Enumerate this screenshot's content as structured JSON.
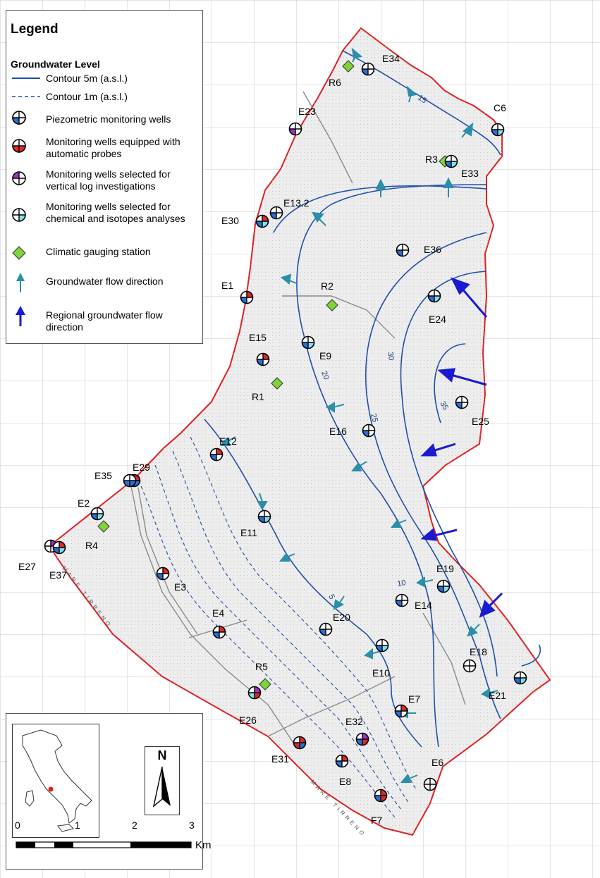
{
  "legend": {
    "title": "Legend",
    "subtitle": "Groundwater Level",
    "items": [
      {
        "label": "Contour 5m (a.s.l.)"
      },
      {
        "label": "Contour 1m (a.s.l.)"
      },
      {
        "label": "Piezometric monitoring wells"
      },
      {
        "label": "Monitoring wells equipped with automatic probes"
      },
      {
        "label": "Monitoring wells selected for vertical log investigations"
      },
      {
        "label": "Monitoring wells selected for chemical and isotopes analyses"
      },
      {
        "label": "Climatic gauging station"
      },
      {
        "label": "Groundwater flow direction"
      },
      {
        "label": "Regional groundwater flow direction"
      }
    ]
  },
  "colors": {
    "boundary": "#e02020",
    "contour": "#1f4fa8",
    "flow_arrow": "#2a8fa8",
    "regional_arrow": "#1a1ad0",
    "well_blue": "#2a6fd6",
    "well_red": "#e02828",
    "well_purple": "#a030d0",
    "well_cyan": "#7fe0e8",
    "station": "#7fd43a"
  },
  "wells": [
    {
      "id": "E34",
      "q": [
        "",
        "",
        "blue",
        ""
      ]
    },
    {
      "id": "E23",
      "q": [
        "",
        "",
        "purple",
        ""
      ]
    },
    {
      "id": "C6",
      "q": [
        "",
        "",
        "blue",
        "cyan"
      ]
    },
    {
      "id": "E33",
      "q": [
        "",
        "",
        "blue",
        "cyan"
      ]
    },
    {
      "id": "E13.2",
      "q": [
        "",
        "",
        "blue",
        ""
      ]
    },
    {
      "id": "E30",
      "q": [
        "",
        "red",
        "blue",
        "cyan"
      ]
    },
    {
      "id": "E36",
      "q": [
        "",
        "",
        "blue",
        ""
      ]
    },
    {
      "id": "E1",
      "q": [
        "",
        "red",
        "blue",
        ""
      ]
    },
    {
      "id": "E24",
      "q": [
        "",
        "",
        "blue",
        "cyan"
      ]
    },
    {
      "id": "E9",
      "q": [
        "",
        "",
        "blue",
        "cyan"
      ]
    },
    {
      "id": "E15",
      "q": [
        "",
        "red",
        "blue",
        ""
      ]
    },
    {
      "id": "E25",
      "q": [
        "",
        "",
        "blue",
        ""
      ]
    },
    {
      "id": "E16",
      "q": [
        "",
        "",
        "blue",
        ""
      ]
    },
    {
      "id": "E12",
      "q": [
        "",
        "red",
        "blue",
        ""
      ]
    },
    {
      "id": "E29",
      "q": [
        "red",
        "red",
        "blue",
        "blue"
      ]
    },
    {
      "id": "E35",
      "q": [
        "",
        "",
        "blue",
        "blue"
      ]
    },
    {
      "id": "E2",
      "q": [
        "",
        "",
        "blue",
        "cyan"
      ]
    },
    {
      "id": "E11",
      "q": [
        "",
        "",
        "blue",
        "cyan"
      ]
    },
    {
      "id": "E27",
      "q": [
        "",
        "purple",
        "",
        ""
      ]
    },
    {
      "id": "E37",
      "q": [
        "",
        "red",
        "blue",
        "cyan"
      ]
    },
    {
      "id": "E3",
      "q": [
        "",
        "red",
        "blue",
        ""
      ]
    },
    {
      "id": "E19",
      "q": [
        "",
        "",
        "blue",
        "cyan"
      ]
    },
    {
      "id": "E14",
      "q": [
        "",
        "",
        "blue",
        ""
      ]
    },
    {
      "id": "E4",
      "q": [
        "",
        "red",
        "blue",
        ""
      ]
    },
    {
      "id": "E20",
      "q": [
        "",
        "",
        "blue",
        ""
      ]
    },
    {
      "id": "E10",
      "q": [
        "",
        "",
        "blue",
        "cyan"
      ]
    },
    {
      "id": "E18",
      "q": [
        "",
        "",
        "",
        ""
      ]
    },
    {
      "id": "E21",
      "q": [
        "",
        "",
        "blue",
        "cyan"
      ]
    },
    {
      "id": "E26",
      "q": [
        "",
        "purple",
        "cyan",
        "red"
      ]
    },
    {
      "id": "E7",
      "q": [
        "",
        "red",
        "blue",
        ""
      ]
    },
    {
      "id": "E32",
      "q": [
        "",
        "purple",
        "blue",
        "red"
      ]
    },
    {
      "id": "E31",
      "q": [
        "",
        "red",
        "red",
        "blue"
      ]
    },
    {
      "id": "E8",
      "q": [
        "",
        "red",
        "blue",
        ""
      ]
    },
    {
      "id": "E6",
      "q": [
        "",
        "",
        "",
        ""
      ]
    },
    {
      "id": "F7",
      "q": [
        "",
        "red",
        "blue",
        "red"
      ]
    }
  ],
  "stations": [
    "R6",
    "R3",
    "R2",
    "R1",
    "R4",
    "R5"
  ],
  "contour_labels": [
    "15",
    "20",
    "25",
    "30",
    "35",
    "10",
    "5"
  ],
  "sea_labels": [
    "MARE TIRRENO",
    "MARE TIRRENO"
  ],
  "north_label": "N",
  "scale": {
    "ticks": [
      "0",
      "1",
      "2",
      "3"
    ],
    "unit": "Km"
  }
}
